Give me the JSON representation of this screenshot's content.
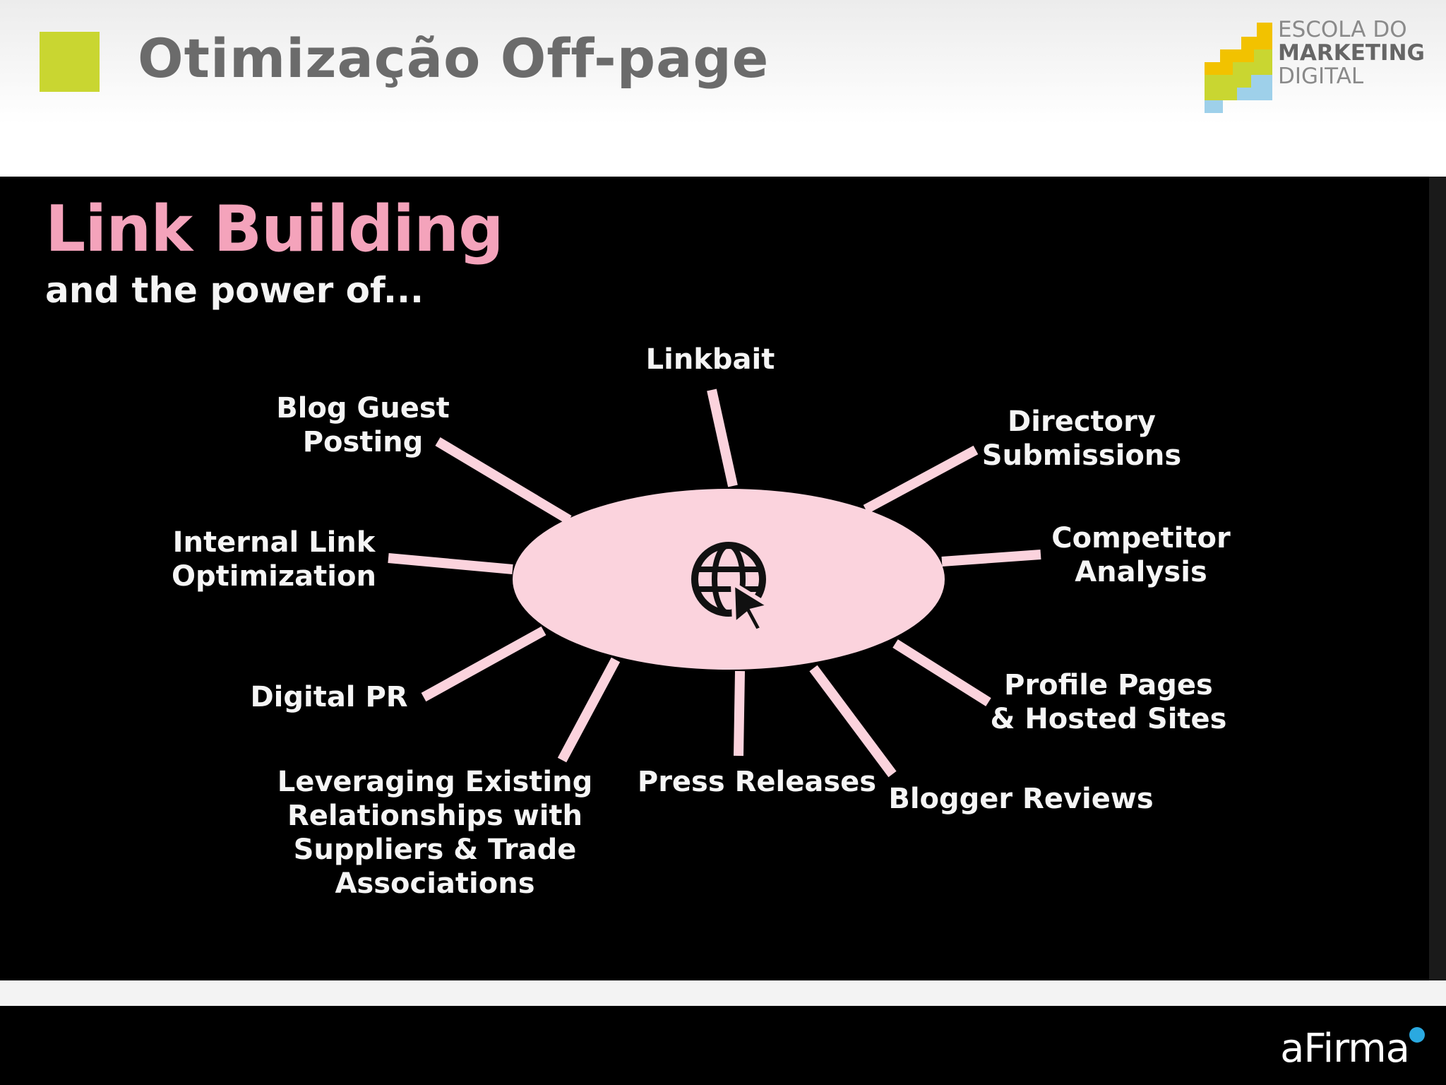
{
  "header": {
    "title": "Otimização Off-page",
    "accent_color": "#c9d631",
    "logo": {
      "lines": [
        "ESCOLA DO",
        "MARKETING",
        "DIGITAL"
      ],
      "colors": [
        "#f2c200",
        "#c9d631",
        "#9ed0ea"
      ]
    }
  },
  "slide": {
    "heading": "Link Building",
    "subheading": "and the power of...",
    "heading_color": "#f4a3bb",
    "hub_color": "#fbd3dd",
    "hub_icon": "globe-cursor-icon",
    "nodes": [
      {
        "id": "linkbait",
        "lines": [
          "Linkbait"
        ]
      },
      {
        "id": "directory-submissions",
        "lines": [
          "Directory",
          "Submissions"
        ]
      },
      {
        "id": "competitor-analysis",
        "lines": [
          "Competitor",
          "Analysis"
        ]
      },
      {
        "id": "profile-pages",
        "lines": [
          "Profile Pages",
          "& Hosted Sites"
        ]
      },
      {
        "id": "blogger-reviews",
        "lines": [
          "Blogger Reviews"
        ]
      },
      {
        "id": "press-releases",
        "lines": [
          "Press Releases"
        ]
      },
      {
        "id": "leveraging-relationships",
        "lines": [
          "Leveraging Existing",
          "Relationships with",
          "Suppliers & Trade",
          "Associations"
        ]
      },
      {
        "id": "digital-pr",
        "lines": [
          "Digital PR"
        ]
      },
      {
        "id": "internal-link-optimization",
        "lines": [
          "Internal Link",
          "Optimization"
        ]
      },
      {
        "id": "blog-guest-posting",
        "lines": [
          "Blog Guest",
          "Posting"
        ]
      }
    ]
  },
  "footer": {
    "brand": "aFirma"
  }
}
